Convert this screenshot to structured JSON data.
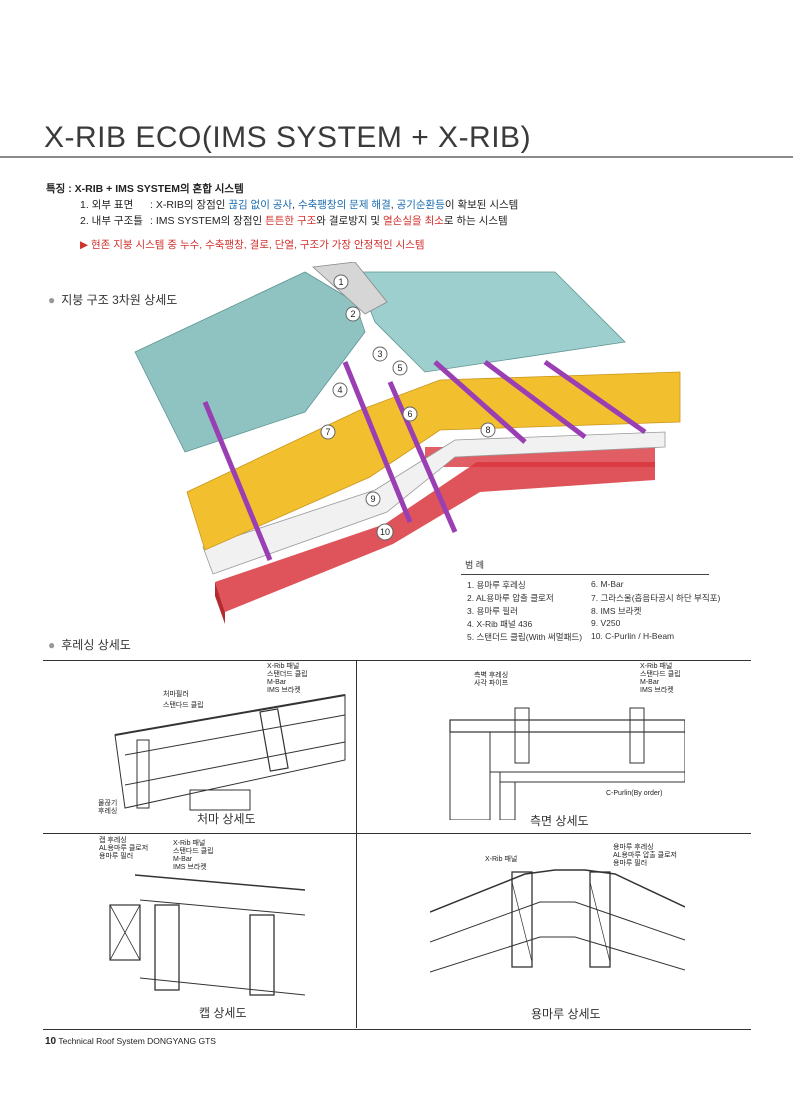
{
  "title": "X-RIB ECO(IMS SYSTEM + X-RIB)",
  "features": {
    "heading": "특징 : X-RIB + IMS SYSTEM의 혼합 시스템",
    "item1_label": "1. 외부 표면",
    "item1_prefix": ": X-RIB의 장점인 ",
    "item1_hl1": "끊김 없이 공사",
    "item1_sep1": ", ",
    "item1_hl2": "수축팽창의 문제 해결",
    "item1_sep2": ", ",
    "item1_hl3": "공기순환등",
    "item1_suffix": "이 확보된 시스템",
    "item2_label": "2. 내부 구조틀",
    "item2_prefix": ": IMS SYSTEM의 장점인 ",
    "item2_hl1": "튼튼한 구조",
    "item2_mid": "와 결로방지 및 ",
    "item2_hl2": "열손실을 최소",
    "item2_suffix": "로 하는 시스템",
    "note": "▶ 현존 지붕 시스템 중 누수, 수축팽창, 결로, 단열, 구조가 가장 안정적인 시스템"
  },
  "section_3d": "지붕 구조 3차원 상세도",
  "section_detail": "후레싱 상세도",
  "iso_numbers": [
    "1",
    "2",
    "3",
    "4",
    "5",
    "6",
    "7",
    "8",
    "9",
    "10"
  ],
  "legend": {
    "title": "범 례",
    "items": [
      "1. 용마루 후레싱",
      "6. M-Bar",
      "2. AL용마루 압출 클로저",
      "7. 그라스울(흡음타공시 하단 부직포)",
      "3. 용마루 필러",
      "8. IMS 브라켓",
      "4. X-Rib 패널 436",
      "9. V250",
      "5. 스탠더드 클립(With 써멀패드)",
      "10. C-Purlin / H-Beam"
    ]
  },
  "details": {
    "eave": {
      "caption": "처마 상세도",
      "label_top": "X-Rib 패널\n스탠더드 클립\nM-Bar\nIMS 브라켓",
      "label_filler": "처마필러",
      "label_clip": "스탠다드 클립",
      "label_gutter": "물끊기\n후레싱"
    },
    "side": {
      "caption": "측면 상세도",
      "label_flash": "측벽 후레싱\n사각 파이프",
      "label_top": "X-Rib 패널\n스탠다드 클립\nM-Bar\nIMS 브라켓",
      "label_purlin": "C-Purlin(By order)"
    },
    "cap": {
      "caption": "캡 상세도",
      "label_left": "캡 후레싱\nAL용마루 클로저\n용마루 필러",
      "label_right": "X-Rib 패널\n스탠다드 클립\nM-Bar\nIMS 브라켓"
    },
    "ridge": {
      "caption": "용마루 상세도",
      "label_panel": "X-Rib 패널",
      "label_right": "용마루 후레싱\nAL용마루 압출 클로저\n용마루 필러"
    }
  },
  "footer": {
    "page": "10",
    "text": "Technical Roof System DONGYANG GTS"
  },
  "colors": {
    "panel": "#8ec3c2",
    "insulation": "#f2bf2e",
    "bracket": "#9a3fb3",
    "deck": "#f2f2f2",
    "purlin": "#d9363e"
  }
}
